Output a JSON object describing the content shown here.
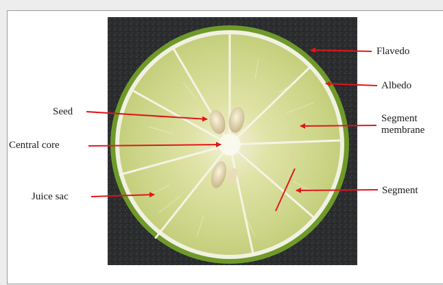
{
  "figure": {
    "labels": {
      "flavedo": "Flavedo",
      "albedo": "Albedo",
      "seed": "Seed",
      "central_core": "Central core",
      "segment_membrane_line1": "Segment",
      "segment_membrane_line2": "membrane",
      "juice_sac": "Juice sac",
      "segment": "Segment"
    },
    "colors": {
      "arrow": "#e0161b",
      "background_stone": "#2a2c2e",
      "rind": "#6f9a2a",
      "flesh": "#d6dd97"
    }
  }
}
